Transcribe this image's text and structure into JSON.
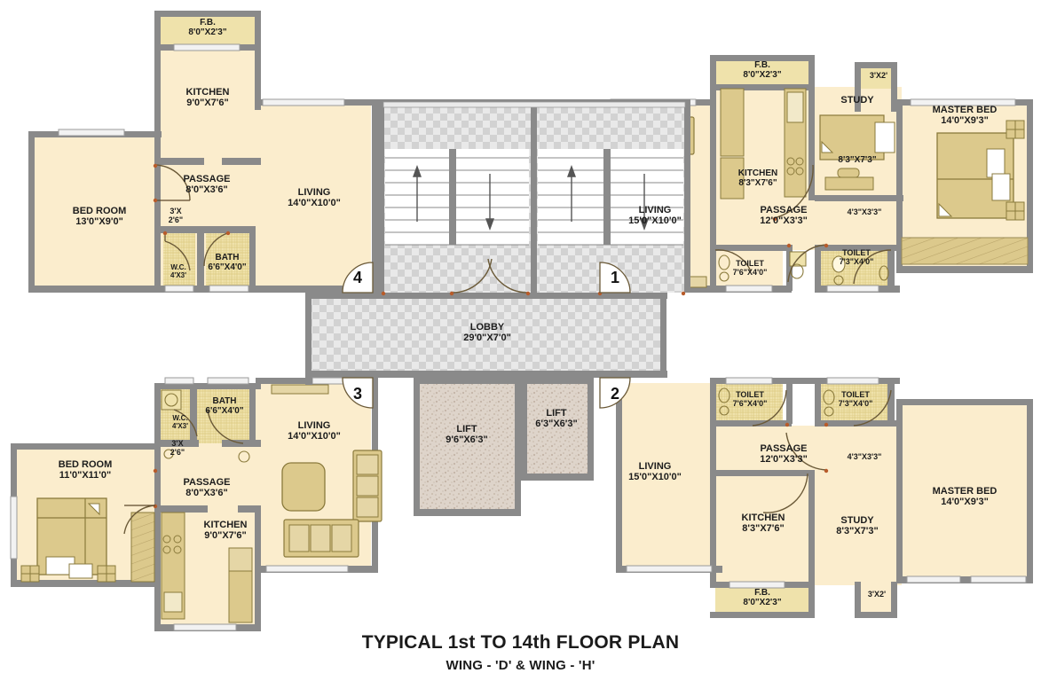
{
  "title": {
    "main": "TYPICAL 1st TO 14th FLOOR PLAN",
    "sub": "WING - 'D' & WING - 'H'"
  },
  "palette": {
    "room_fill": "#fbedcd",
    "wet_fill": "#efe0a8",
    "wall": "#8a8a8a",
    "wall_dark": "#6f6f6f",
    "furniture": "#d9c88a",
    "furniture_line": "#8a7a3c",
    "lobby_fill": "#d8d8d8",
    "lift_fill": "#d8cfc6",
    "stair_fill": "#ffffff",
    "text": "#1c1c1c",
    "door_swing": "#6b5a38"
  },
  "flat_numbers": [
    {
      "id": "flat-1",
      "label": "1"
    },
    {
      "id": "flat-2",
      "label": "2"
    },
    {
      "id": "flat-3",
      "label": "3"
    },
    {
      "id": "flat-4",
      "label": "4"
    }
  ],
  "core": {
    "lobby": {
      "name": "LOBBY",
      "dim": "29'0\"X7'0\""
    },
    "lift_a": {
      "name": "LIFT",
      "dim": "9'6\"X6'3\""
    },
    "lift_b": {
      "name": "LIFT",
      "dim": "6'3\"X6'3\""
    },
    "staircase_count": 2,
    "stair_arrows": [
      "up",
      "down",
      "up",
      "down"
    ]
  },
  "units": {
    "flat_4_top_left": {
      "rooms": [
        {
          "key": "fb",
          "name": "F.B.",
          "dim": "8'0\"X2'3\""
        },
        {
          "key": "kitchen",
          "name": "KITCHEN",
          "dim": "9'0\"X7'6\""
        },
        {
          "key": "bedroom",
          "name": "BED ROOM",
          "dim": "13'0\"X9'0\""
        },
        {
          "key": "passage",
          "name": "PASSAGE",
          "dim": "8'0\"X3'6\""
        },
        {
          "key": "door_wc",
          "name": "3'X",
          "dim": "2'6\""
        },
        {
          "key": "wc",
          "name": "W.C.",
          "dim": "4'X3'"
        },
        {
          "key": "bath",
          "name": "BATH",
          "dim": "6'6\"X4'0\""
        },
        {
          "key": "living",
          "name": "LIVING",
          "dim": "14'0\"X10'0\""
        }
      ]
    },
    "flat_1_top_right": {
      "rooms": [
        {
          "key": "fb",
          "name": "F.B.",
          "dim": "8'0\"X2'3\""
        },
        {
          "key": "kitchen",
          "name": "KITCHEN",
          "dim": "8'3\"X7'6\""
        },
        {
          "key": "living",
          "name": "LIVING",
          "dim": "15'0\"X10'0\""
        },
        {
          "key": "passage",
          "name": "PASSAGE",
          "dim": "12'0\"X3'3\""
        },
        {
          "key": "toilet1",
          "name": "TOILET",
          "dim": "7'6\"X4'0\""
        },
        {
          "key": "toilet2",
          "name": "TOILET",
          "dim": "7'3\"X4'0\""
        },
        {
          "key": "study",
          "name": "STUDY",
          "dim": "8'3\"X7'3\""
        },
        {
          "key": "niche",
          "name": "3'X2'",
          "dim": ""
        },
        {
          "key": "door",
          "name": "4'3\"X3'3\"",
          "dim": ""
        },
        {
          "key": "master",
          "name": "MASTER BED",
          "dim": "14'0\"X9'3\""
        }
      ]
    },
    "flat_3_bottom_left": {
      "rooms": [
        {
          "key": "bath",
          "name": "BATH",
          "dim": "6'6\"X4'0\""
        },
        {
          "key": "wc",
          "name": "W.C.",
          "dim": "4'X3'"
        },
        {
          "key": "door_wc",
          "name": "3'X",
          "dim": "2'6\""
        },
        {
          "key": "bedroom",
          "name": "BED ROOM",
          "dim": "11'0\"X11'0\""
        },
        {
          "key": "passage",
          "name": "PASSAGE",
          "dim": "8'0\"X3'6\""
        },
        {
          "key": "kitchen",
          "name": "KITCHEN",
          "dim": "9'0\"X7'6\""
        },
        {
          "key": "living",
          "name": "LIVING",
          "dim": "14'0\"X10'0\""
        }
      ]
    },
    "flat_2_bottom_right": {
      "rooms": [
        {
          "key": "living",
          "name": "LIVING",
          "dim": "15'0\"X10'0\""
        },
        {
          "key": "toilet1",
          "name": "TOILET",
          "dim": "7'6\"X4'0\""
        },
        {
          "key": "toilet2",
          "name": "TOILET",
          "dim": "7'3\"X4'0\""
        },
        {
          "key": "passage",
          "name": "PASSAGE",
          "dim": "12'0\"X3'3\""
        },
        {
          "key": "door",
          "name": "4'3\"X3'3\"",
          "dim": ""
        },
        {
          "key": "kitchen",
          "name": "KITCHEN",
          "dim": "8'3\"X7'6\""
        },
        {
          "key": "study",
          "name": "STUDY",
          "dim": "8'3\"X7'3\""
        },
        {
          "key": "niche",
          "name": "3'X2'",
          "dim": ""
        },
        {
          "key": "fb",
          "name": "F.B.",
          "dim": "8'0\"X2'3\""
        },
        {
          "key": "master",
          "name": "MASTER BED",
          "dim": "14'0\"X9'3\""
        }
      ]
    }
  }
}
